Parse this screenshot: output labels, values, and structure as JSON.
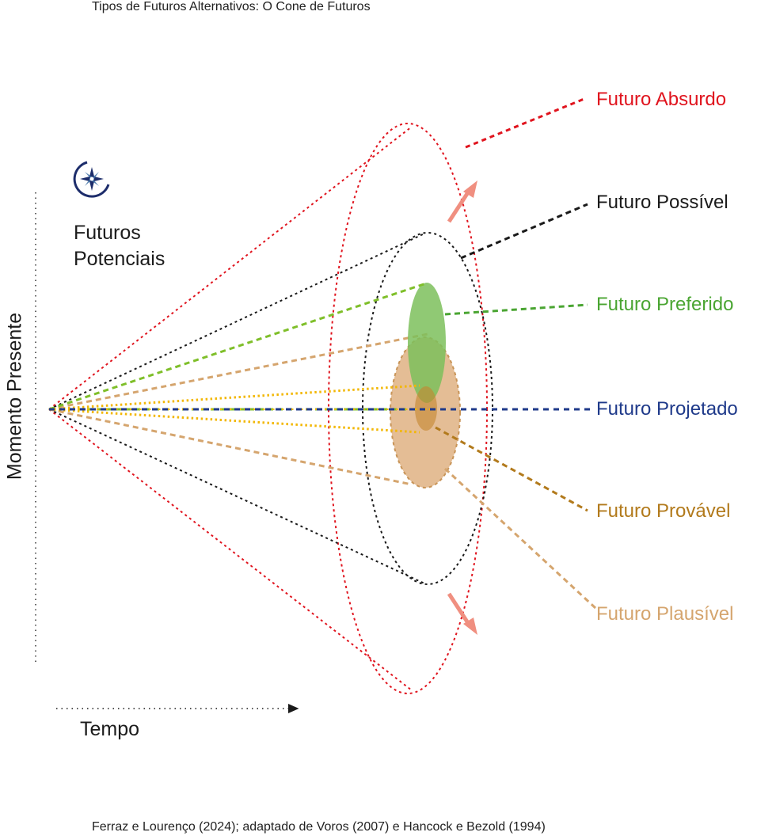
{
  "title": "Tipos de Futuros Alternativos: O Cone de Futuros",
  "potential_label_line1": "Futuros",
  "potential_label_line2": "Potenciais",
  "vertical_axis_label": "Momento Presente",
  "horizontal_axis_label": "Tempo",
  "futures": [
    {
      "label": "Futuro Absurdo",
      "color": "#e0141e"
    },
    {
      "label": "Futuro Possível",
      "color": "#1a1a1a"
    },
    {
      "label": "Futuro Preferido",
      "color": "#4aa532"
    },
    {
      "label": "Futuro Projetado",
      "color": "#1f3a8a"
    },
    {
      "label": "Futuro Provável",
      "color": "#b27a1c"
    },
    {
      "label": "Futuro Plausível",
      "color": "#d5a56e"
    }
  ],
  "source": "Ferraz e Lourenço (2024); adaptado de Voros (2007) e Hancock e Bezold (1994)",
  "icons": [
    "compass-star-icon",
    "expansion-arrow-icon"
  ],
  "colors": {
    "absurd": "#e0141e",
    "possible": "#1a1a1a",
    "preferred": "#4aa532",
    "projected": "#1f3a8a",
    "probable": "#b27a1c",
    "plausible": "#d5a56e",
    "projected_yellow": "#f2b705",
    "arrow": "#f08f80"
  }
}
